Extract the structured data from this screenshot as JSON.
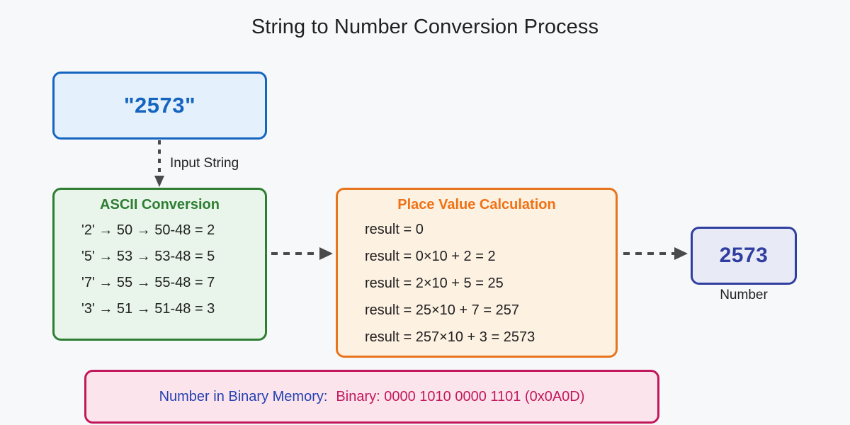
{
  "page": {
    "title": "String to Number Conversion Process",
    "background_color": "#f7f8fa"
  },
  "nodes": {
    "input": {
      "value": "\"2573\"",
      "fill": "#e4f1fd",
      "stroke": "#1565c0",
      "text_color": "#1565c0"
    },
    "ascii": {
      "header": "ASCII Conversion",
      "fill": "#e9f5ea",
      "stroke": "#2e7d32",
      "header_color": "#2e7d32",
      "lines": [
        "'2' → 50 → 50-48 = 2",
        "'5' → 53 → 53-48 = 5",
        "'7' → 55 → 55-48 = 7",
        "'3' → 51 → 51-48 = 3"
      ]
    },
    "place_value": {
      "header": "Place Value Calculation",
      "fill": "#fdf1e2",
      "stroke": "#e8741c",
      "header_color": "#ef7215",
      "lines": [
        "result = 0",
        "result = 0×10 + 2 = 2",
        "result = 2×10 + 5 = 25",
        "result = 25×10 + 7 = 257",
        "result = 257×10 + 3 = 2573"
      ]
    },
    "output": {
      "value": "2573",
      "caption": "Number",
      "fill": "#e8eaf6",
      "stroke": "#303f9f",
      "text_color": "#303f9f"
    },
    "memory": {
      "label": "Number in Binary Memory:",
      "value": "Binary: 0000 1010 0000 1101 (0x0A0D)",
      "fill": "#fbe4ec",
      "stroke": "#c2185b",
      "label_color": "#2541b2",
      "value_color": "#c2185b"
    }
  },
  "edges": [
    {
      "id": "input-to-ascii",
      "label": "Input String",
      "direction": "down",
      "style": "dashed",
      "color": "#4a4a4a"
    },
    {
      "id": "ascii-to-place-value",
      "label": "",
      "direction": "right",
      "style": "dashed",
      "color": "#4a4a4a"
    },
    {
      "id": "place-value-to-output",
      "label": "",
      "direction": "right",
      "style": "dashed",
      "color": "#4a4a4a"
    }
  ]
}
